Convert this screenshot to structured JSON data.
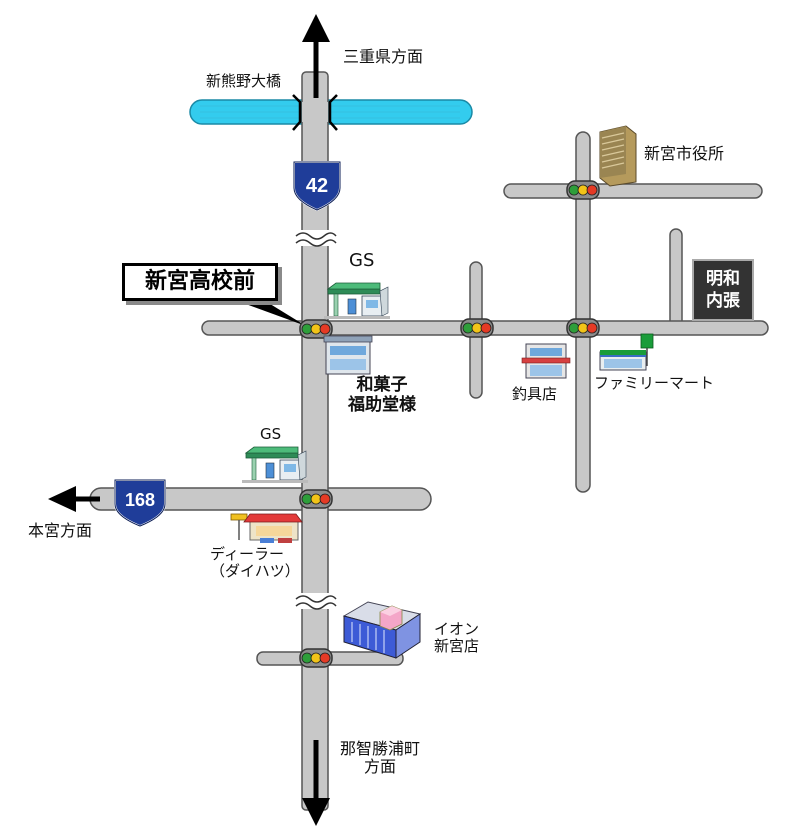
{
  "labels": {
    "mie": "三重県方面",
    "bridge": "新熊野大橋",
    "city_hall": "新宮市役所",
    "gs_top": "GS",
    "highlight": "新宮高校前",
    "meiwa_line1": "明和",
    "meiwa_line2": "内張",
    "wagashi_line1": "和菓子",
    "wagashi_line2": "福助堂様",
    "fishing": "釣具店",
    "familymart": "ファミリーマート",
    "gs_mid": "GS",
    "hongu": "本宮方面",
    "dealer_line1": "ディーラー",
    "dealer_line2": "（ダイハツ）",
    "aeon_line1": "イオン",
    "aeon_line2": "新宮店",
    "nachi_line1": "那智勝浦町",
    "nachi_line2": "方面"
  },
  "route_shields": {
    "r42": "42",
    "r168": "168"
  },
  "colors": {
    "road": "#c8c8c8",
    "road_edge": "#555555",
    "river": "#33ccee",
    "signal_green": "#2e9e3a",
    "signal_yellow": "#f2c418",
    "signal_red": "#e53a25",
    "shield": "#1f3d99",
    "familymart_green": "#1a9c3a"
  },
  "icons": [
    "gas-station-icon",
    "shop-icon",
    "office-building-icon",
    "convenience-store-icon",
    "car-dealer-icon",
    "shopping-mall-icon",
    "traffic-signal-icon"
  ]
}
